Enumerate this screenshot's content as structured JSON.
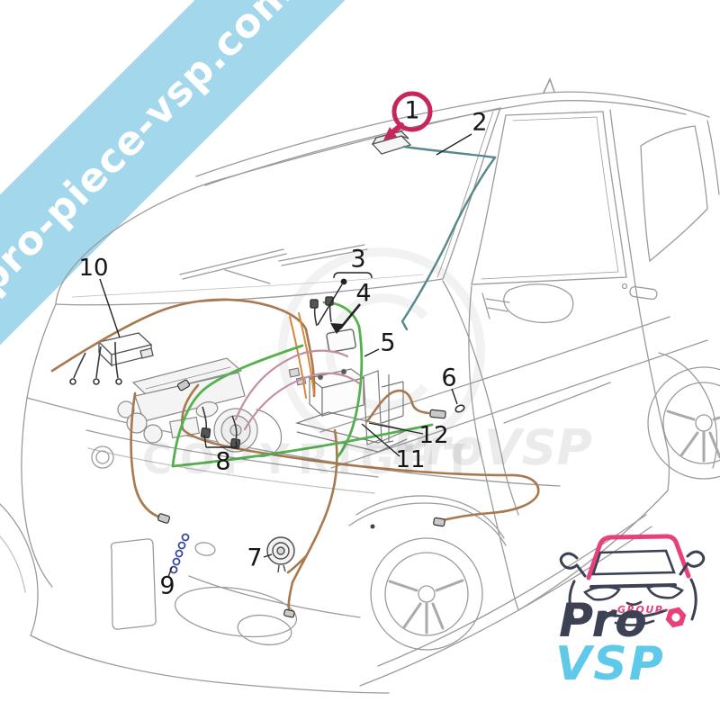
{
  "watermark": {
    "ribbon_text": "pro-piece-vsp.com",
    "ribbon_color": "#a3d8ec",
    "copyright_text": "COPYRIGHT",
    "ghost_logo_text": "ProVSP"
  },
  "callouts": [
    {
      "label": "1",
      "highlighted": true,
      "highlight_color": "#c6265c"
    },
    {
      "label": "2",
      "highlighted": false
    },
    {
      "label": "3",
      "highlighted": false
    },
    {
      "label": "4",
      "highlighted": false
    },
    {
      "label": "5",
      "highlighted": false
    },
    {
      "label": "6",
      "highlighted": false
    },
    {
      "label": "7",
      "highlighted": false
    },
    {
      "label": "8",
      "highlighted": false
    },
    {
      "label": "9",
      "highlighted": false
    },
    {
      "label": "10",
      "highlighted": false
    },
    {
      "label": "11",
      "highlighted": false
    },
    {
      "label": "12",
      "highlighted": false
    }
  ],
  "logo": {
    "group_label": "–GROUP–",
    "name_top": "Pro",
    "name_bottom": "VSP",
    "colors": {
      "pink": "#e8417a",
      "navy": "#3d4154",
      "cyan": "#5ec9e9"
    }
  },
  "diagram_colors": {
    "body_line": "#9b9b9b",
    "wire_brown": "#a8784f",
    "wire_green": "#54b14e",
    "wire_teal": "#57898c",
    "wire_pink": "#c38ea3",
    "wire_orange": "#d4893c",
    "wire_blue": "#3847a0",
    "callout_red": "#c6265c"
  }
}
